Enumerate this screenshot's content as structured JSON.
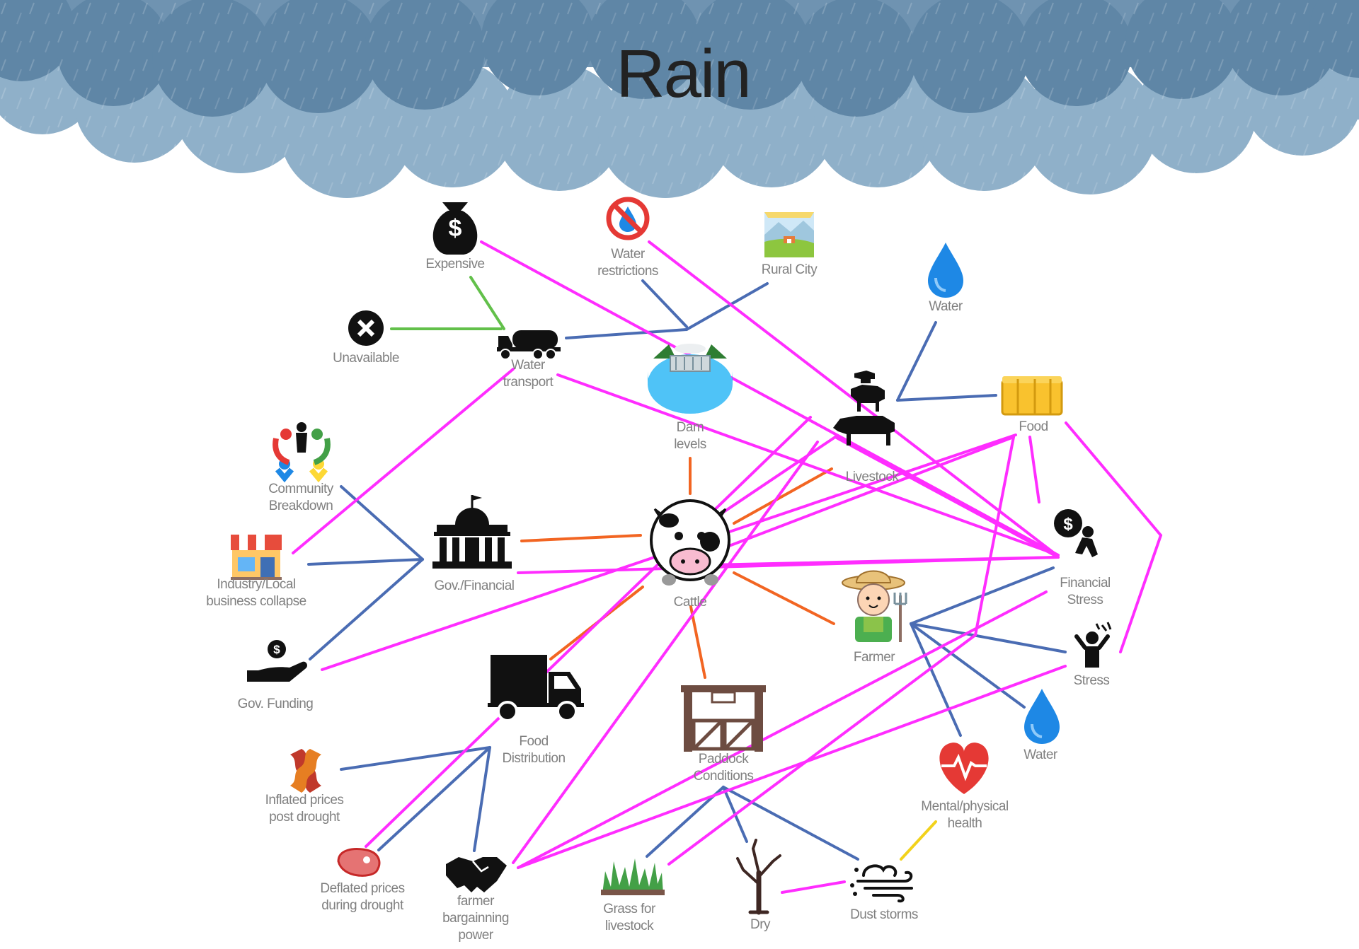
{
  "title": "Rain",
  "colors": {
    "cloud_dark": "#5f86a6",
    "cloud_light": "#8fb0c9",
    "magenta": "#ff2dff",
    "blue": "#4a6cb3",
    "green": "#62c04a",
    "orange": "#f26522",
    "yellow": "#f2d21b"
  },
  "nodes": {
    "expensive": "Expensive",
    "water_restrictions": [
      "Water",
      "restrictions"
    ],
    "rural_city": "Rural City",
    "water_top": "Water",
    "unavailable": "Unavailable",
    "water_transport": [
      "Water",
      "transport"
    ],
    "dam_levels": [
      "Dam",
      "levels"
    ],
    "livestock": "Livestock",
    "food": "Food",
    "community_breakdown": [
      "Community",
      "Breakdown"
    ],
    "industry": [
      "Industry/Local",
      "business collapse"
    ],
    "gov_financial": "Gov./Financial",
    "cattle": "Cattle",
    "financial_stress": [
      "Financial",
      "Stress"
    ],
    "farmer": "Farmer",
    "stress": "Stress",
    "gov_funding": "Gov. Funding",
    "food_distribution": [
      "Food",
      "Distribution"
    ],
    "paddock_conditions": [
      "Paddock",
      "Conditions"
    ],
    "water_bottom": "Water",
    "mental_health": [
      "Mental/physical",
      "health"
    ],
    "inflated_prices": [
      "Inflated prices",
      "post drought"
    ],
    "deflated_prices": [
      "Deflated prices",
      "during drought"
    ],
    "bargaining_power": [
      "farmer",
      "bargainning",
      "power"
    ],
    "grass": [
      "Grass for",
      "livestock"
    ],
    "dry": "Dry",
    "dust_storms": "Dust storms"
  }
}
